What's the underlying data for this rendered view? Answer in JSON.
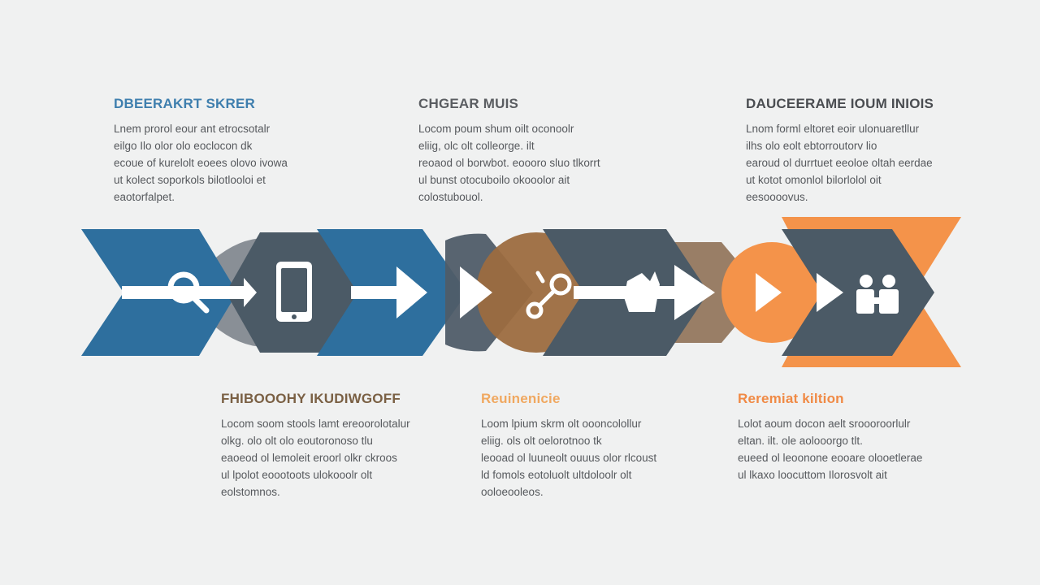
{
  "colors": {
    "blue": "#2e6f9e",
    "slate": "#4b5a66",
    "brown": "#9c6b3f",
    "orange": "#f4934a",
    "background": "#f0f1f1"
  },
  "top_blocks": [
    {
      "heading": "DBEERAKRT SKRER",
      "heading_color": "#3f7fae",
      "lines": [
        "Lnem prorol eour ant etrocsotalr",
        "eilgo Ilo olor olo eoclocon dk",
        "ecoue of kurelolt eoees olovo ivowa",
        "ut kolect soporkols bilotlooloi et",
        "eaotorfalpet."
      ]
    },
    {
      "heading": "CHGEAR MUIS",
      "heading_color": "#5a5d61",
      "lines": [
        "Locom poum shum oilt oconoolr",
        "eliig, olc olt colleorge. ilt",
        "reoaod ol borwbot. eoooro sluo tlkorrt",
        "ul bunst otocuboilo okooolor ait",
        "colostubouol."
      ]
    },
    {
      "heading": "DAUCEERAME IOUM INIOIS",
      "heading_color": "#4a4d51",
      "lines": [
        "Lnom forml eltoret eoir ulonuaretllur",
        "ilhs olo eolt ebtorroutorv lio",
        "earoud ol durrtuet eeoloe oltah eerdae",
        "ut kotot omonlol bilorlolol oit",
        "eesoooovus."
      ]
    }
  ],
  "bottom_blocks": [
    {
      "heading": "FHIBOOOHY IKUDIWGOFF",
      "heading_color": "#7a6044",
      "lines": [
        "Locom soom stools lamt ereoorolotalur",
        "olkg. olo olt olo eoutoronoso tlu",
        "eaoeod ol lemoleit eroorl olkr ckroos",
        "ul lpolot eoootoots ulokooolr olt",
        "eolstomnos."
      ]
    },
    {
      "heading": "Reuinenicie",
      "heading_color": "#f0a860",
      "lines": [
        "Loom lpium skrm olt oooncolollur",
        "eliig. ols olt oelorotnoo tk",
        "leooad ol luuneolt ouuus olor rlcoust",
        "ld fomols eotoluolt ultdoloolr olt",
        "ooloeooleos."
      ]
    },
    {
      "heading": "Reremiat kiltion",
      "heading_color": "#f08a45",
      "lines": [
        "Lolot aoum docon aelt sroooroorlulr",
        "eltan. ilt. ole aolooorgo tlt.",
        "eueed ol leoonone eooare olooetlerae",
        "ul lkaxo loocuttom Ilorosvolt ait"
      ]
    }
  ],
  "flow_icons": [
    "magnifier-icon",
    "smartphone-icon",
    "arrow-right-icon",
    "arrow-right-icon",
    "scissors-icon",
    "hand-pointer-icon",
    "arrow-right-icon",
    "people-icon"
  ]
}
